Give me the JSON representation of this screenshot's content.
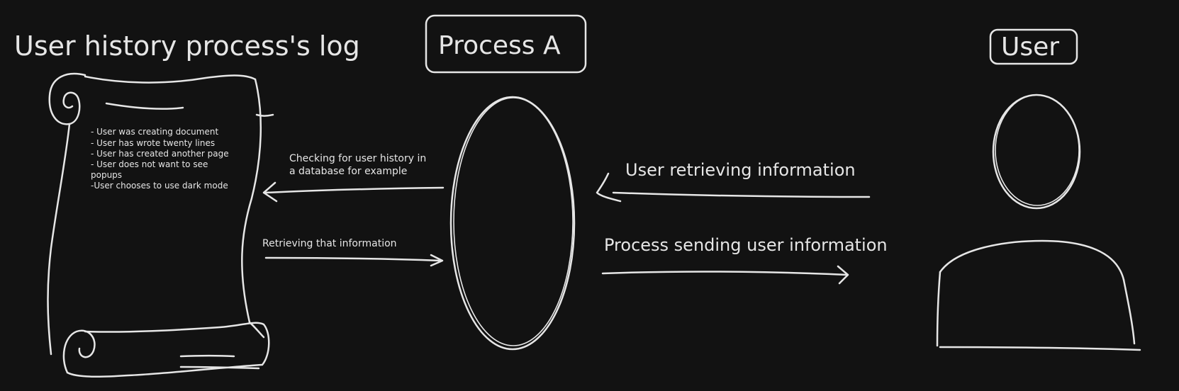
{
  "log": {
    "title": "User history process's log",
    "lines": [
      "- User was creating document",
      "- User has wrote twenty lines",
      "- User has created another page",
      "- User does not want to see",
      "popups",
      "-User chooses to use dark mode"
    ]
  },
  "process": {
    "title": "Process A"
  },
  "user": {
    "title": "User"
  },
  "arrows": {
    "check_history_line1": "Checking for user history in",
    "check_history_line2": "a database for example",
    "retrieving_info": "Retrieving that information",
    "user_retrieving": "User retrieving information",
    "process_sending": "Process sending user information"
  },
  "colors": {
    "background": "#121212",
    "stroke": "#e6e6e6"
  }
}
